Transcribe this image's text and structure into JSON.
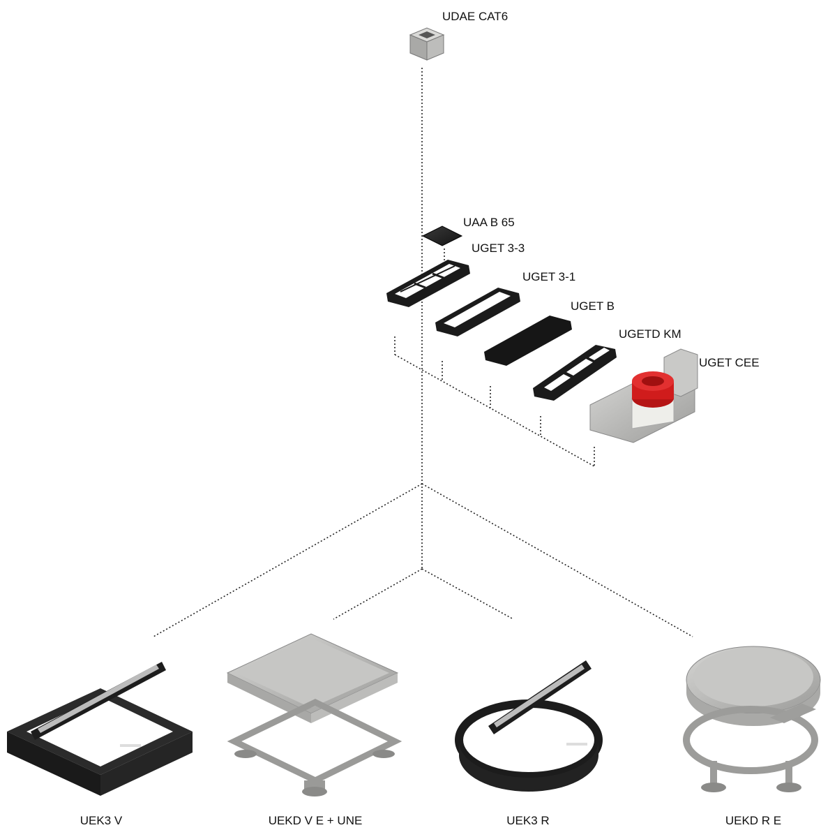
{
  "components": {
    "udae_cat6": "UDAE CAT6",
    "uaa_b65": "UAA B 65",
    "uget_3_3": "UGET 3-3",
    "uget_3_1": "UGET 3-1",
    "uget_b": "UGET B",
    "ugetd_km": "UGETD KM",
    "uget_cee": "UGET CEE"
  },
  "boxes": {
    "uek3_v": "UEK3 V",
    "uekd_v_e_une": "UEKD V E + UNE",
    "uek3_r": "UEK3 R",
    "uekd_r_e": "UEKD R E"
  },
  "colors": {
    "dark_part": "#1c1c1c",
    "steel": "#b9b9b7",
    "cee_red": "#d01c1c"
  }
}
